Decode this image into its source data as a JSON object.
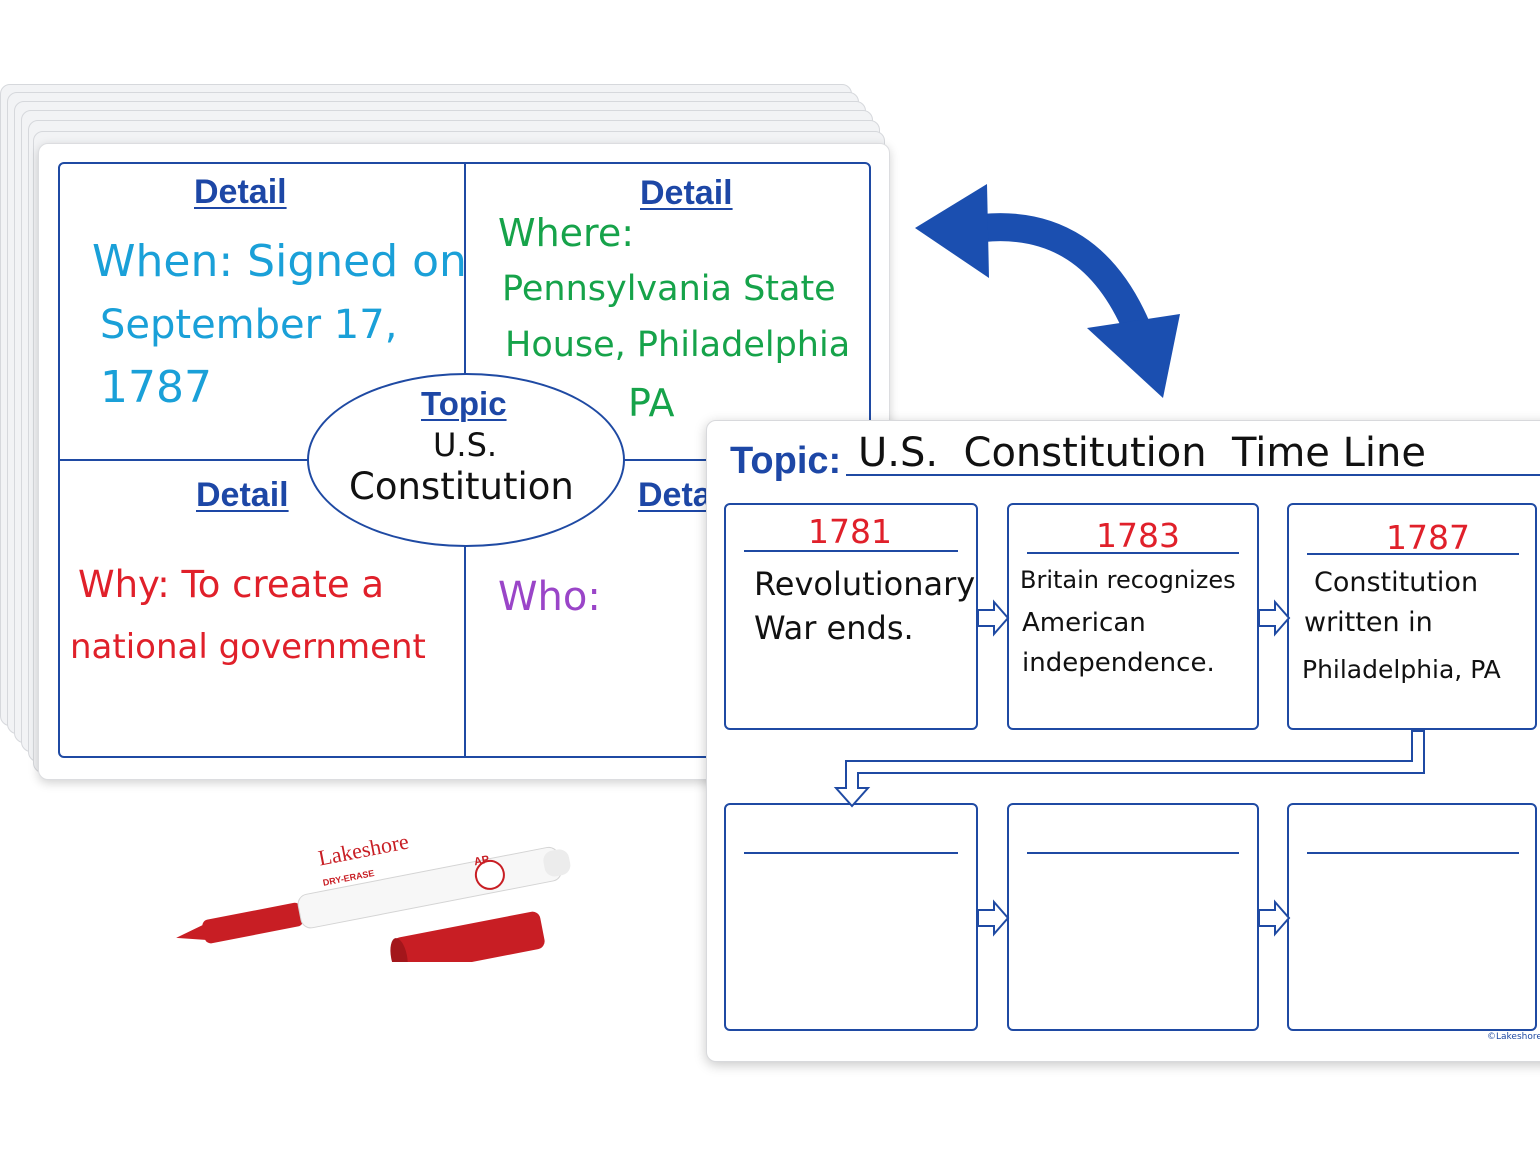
{
  "back_board": {
    "detail_heading": "Detail",
    "topic_heading": "Topic",
    "topic_line1": "U.S.",
    "topic_line2": "Constitution",
    "when_lines": [
      "When: Signed on",
      "September 17,",
      "1787"
    ],
    "where_lines": [
      "Where:",
      "Pennsylvania State",
      "House, Philadelphia",
      "PA"
    ],
    "why_lines": [
      "Why: To create a",
      "national  government"
    ],
    "who_label": "Who:"
  },
  "front_board": {
    "topic_label": "Topic:",
    "topic_value": "U.S.  Constitution  Time Line",
    "events": [
      {
        "year": "1781",
        "lines": [
          "Revolutionary",
          "War ends."
        ]
      },
      {
        "year": "1783",
        "lines": [
          "Britain recognizes",
          "American",
          "independence."
        ]
      },
      {
        "year": "1787",
        "lines": [
          "Constitution",
          "written  in",
          "Philadelphia, PA"
        ]
      }
    ],
    "copyright": "©Lakeshore"
  },
  "marker": {
    "brand": "Lakeshore",
    "sub": "DRY-ERASE",
    "badge": "AP"
  },
  "colors": {
    "frame_blue": "#1f4aa3",
    "arrow_blue": "#1b4fb0",
    "year_red": "#e0202a",
    "marker_red": "#c81e24"
  }
}
